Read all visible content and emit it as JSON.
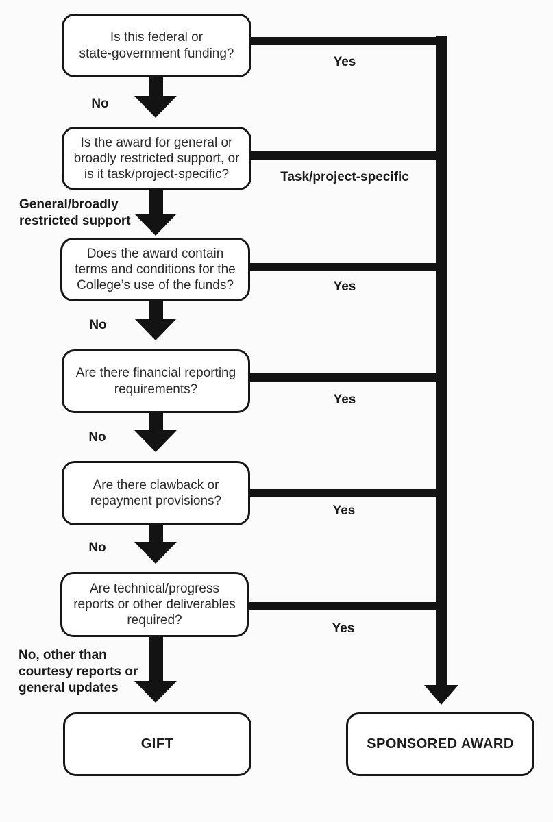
{
  "diagram": {
    "title": "Gift vs. Sponsored Award decision flowchart",
    "colors": {
      "line": "#131313",
      "box_border": "#161616",
      "box_fill": "#ffffff",
      "background": "#fbfbfb",
      "text": "#2b2b2b"
    },
    "nodes": {
      "q1": {
        "text": "Is this federal or\nstate-government funding?"
      },
      "q2": {
        "text": "Is the award for general or\nbroadly restricted support, or\nis it task/project-specific?"
      },
      "q3": {
        "text": "Does the award contain\nterms and conditions for the\nCollege’s use of the funds?"
      },
      "q4": {
        "text": "Are there financial reporting\nrequirements?"
      },
      "q5": {
        "text": "Are there clawback or\nrepayment provisions?"
      },
      "q6": {
        "text": "Are technical/progress\nreports or other deliverables\nrequired?"
      },
      "gift": {
        "text": "GIFT"
      },
      "sponsored": {
        "text": "SPONSORED AWARD"
      }
    },
    "edges": {
      "q1_yes": "Yes",
      "q1_no": "No",
      "q2_task": "Task/project-specific",
      "q2_general": "General/broadly\nrestricted support",
      "q3_yes": "Yes",
      "q3_no": "No",
      "q4_yes": "Yes",
      "q4_no": "No",
      "q5_yes": "Yes",
      "q5_no": "No",
      "q6_yes": "Yes",
      "q6_no": "No, other than\ncourtesy reports or\ngeneral updates"
    }
  }
}
